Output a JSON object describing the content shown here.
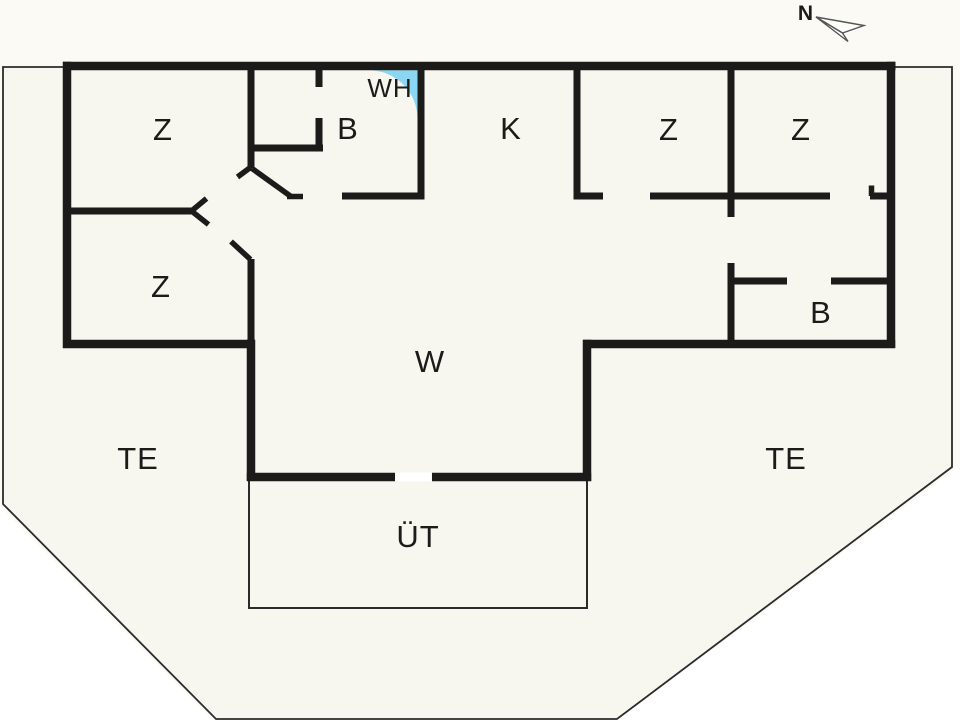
{
  "compass": {
    "label": "N"
  },
  "rooms": [
    {
      "name": "bedroom-top-left",
      "label": "Z"
    },
    {
      "name": "bathroom-left",
      "label": "B"
    },
    {
      "name": "water-heater",
      "label": "WH"
    },
    {
      "name": "kitchen",
      "label": "K"
    },
    {
      "name": "bedroom-middle-right",
      "label": "Z"
    },
    {
      "name": "bedroom-far-right",
      "label": "Z"
    },
    {
      "name": "bedroom-bottom-left",
      "label": "Z"
    },
    {
      "name": "bathroom-right",
      "label": "B"
    },
    {
      "name": "living-room",
      "label": "W"
    },
    {
      "name": "terrace-left",
      "label": "TE"
    },
    {
      "name": "terrace-right",
      "label": "TE"
    },
    {
      "name": "covered-terrace",
      "label": "ÜT"
    }
  ],
  "colors": {
    "wall": "#1d1b1a",
    "water_heater_accent": "#8bd7f3",
    "plot_fill": "#f7f6ef",
    "boundary_line": "#2b2b2b",
    "outside_fill": "#ffffff"
  }
}
